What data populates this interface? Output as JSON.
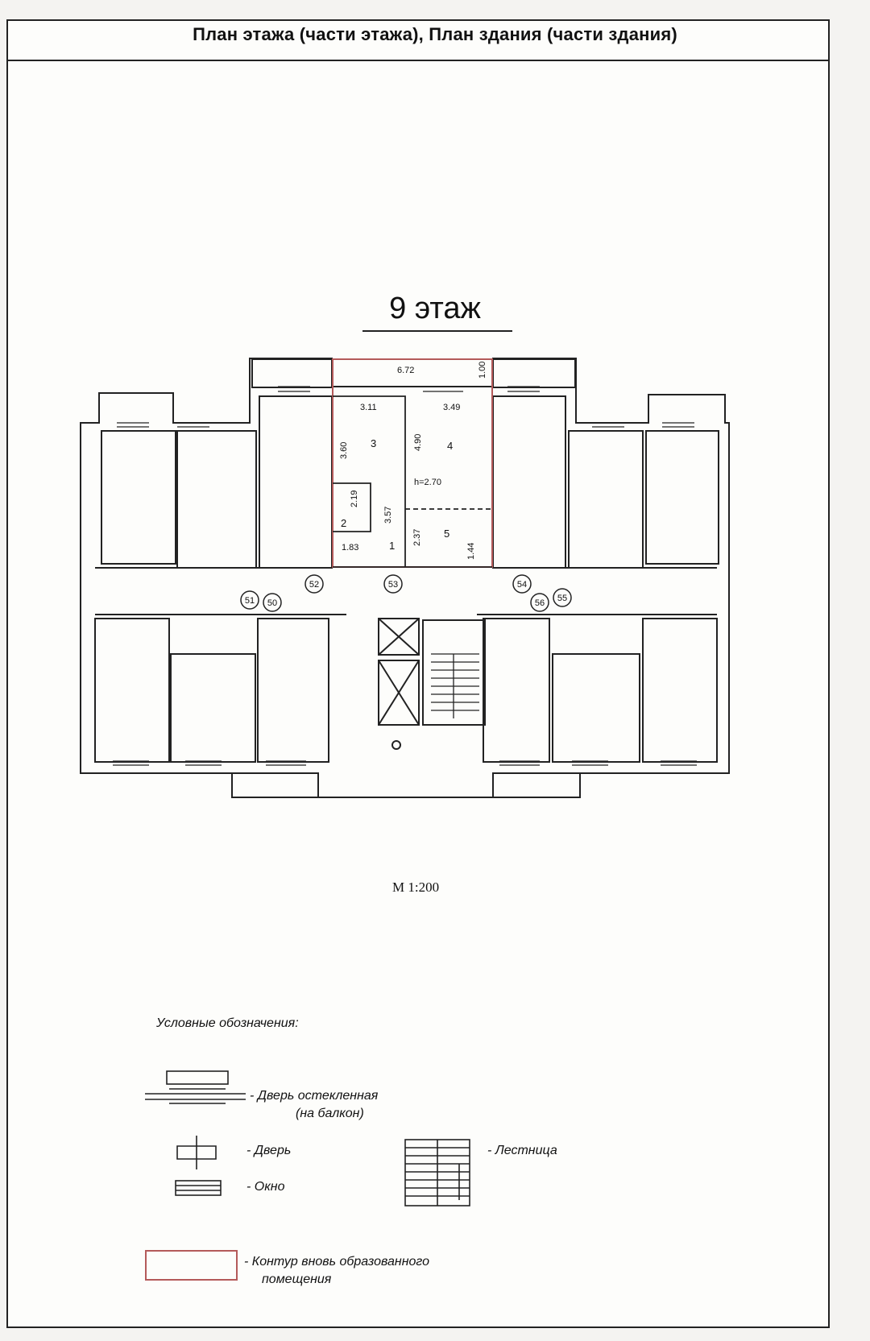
{
  "header": {
    "title": "План этажа (части этажа), План здания (части здания)"
  },
  "floor": {
    "title": "9 этаж",
    "scale": "М 1:200"
  },
  "dimensions": {
    "top_width": "6.72",
    "balcony_depth": "1.00",
    "room3_width": "3.11",
    "room4_width": "3.49",
    "room3_length": "3.60",
    "room4_length": "4.90",
    "ceiling_height": "h=2.70",
    "room2_length": "2.19",
    "corridor_length": "3.57",
    "room5_length": "2.37",
    "room1_width": "1.83",
    "room5_width": "1.44"
  },
  "rooms": [
    "1",
    "2",
    "3",
    "4",
    "5"
  ],
  "apartments": [
    "52",
    "53",
    "54",
    "51",
    "50",
    "56",
    "55"
  ],
  "legend": {
    "title": "Условные обозначения:",
    "glazed_door": "- Дверь остекленная",
    "glazed_door_note": "(на балкон)",
    "door": "- Дверь",
    "window": "- Окно",
    "stairs": "- Лестница",
    "new_room": "- Контур вновь образованного",
    "new_room_note": "помещения"
  },
  "colors": {
    "line": "#222222",
    "new_room_outline": "#b45a5a",
    "paper": "#fdfdfb"
  }
}
